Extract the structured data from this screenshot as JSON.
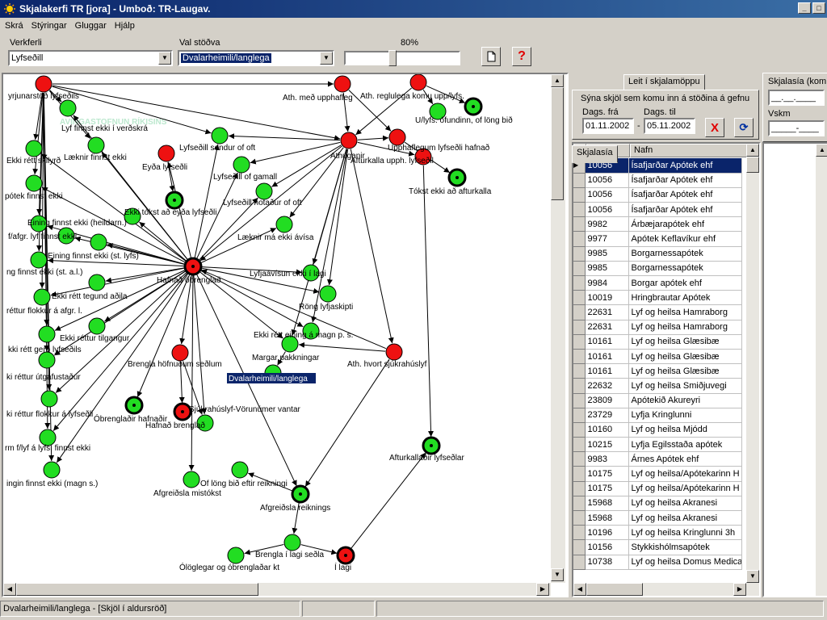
{
  "window": {
    "title": "Skjalakerfi TR [jora] - Umboð: TR-Laugav."
  },
  "menu": [
    "Skrá",
    "Stýringar",
    "Gluggar",
    "Hjálp"
  ],
  "toolbar": {
    "verkferli_label": "Verkferli",
    "verkferli_value": "Lyfseðill",
    "stod_label": "Val stöðva",
    "stod_value": "Dvalarheimili/langlega",
    "zoom_label": "80%",
    "zoom_value": 0.8
  },
  "panel": {
    "tabs": [
      "Skjalasía",
      "Leit í skjalamöppu"
    ],
    "description": "Sýna skjöl sem komu inn á stöðina á gefnu",
    "date_from_label": "Dags. frá",
    "date_to_label": "Dags. til",
    "date_from": "01.11.2002",
    "date_to": "05.11.2002",
    "date_sep": "-",
    "columns": [
      "Vskm",
      "Nafn"
    ],
    "rows": [
      [
        "10056",
        "Ísafjarðar Apótek ehf"
      ],
      [
        "10056",
        "Ísafjarðar Apótek ehf"
      ],
      [
        "10056",
        "Ísafjarðar Apótek ehf"
      ],
      [
        "10056",
        "Ísafjarðar Apótek ehf"
      ],
      [
        "9982",
        "Árbæjarapótek ehf"
      ],
      [
        "9977",
        "Apótek Keflavíkur ehf"
      ],
      [
        "9985",
        "Borgarnessapótek"
      ],
      [
        "9985",
        "Borgarnessapótek"
      ],
      [
        "9984",
        "Borgar apótek ehf"
      ],
      [
        "10019",
        "Hringbrautar Apótek"
      ],
      [
        "22631",
        "Lyf og heilsa Hamraborg"
      ],
      [
        "22631",
        "Lyf og heilsa Hamraborg"
      ],
      [
        "10161",
        "Lyf og heilsa Glæsibæ"
      ],
      [
        "10161",
        "Lyf og heilsa Glæsibæ"
      ],
      [
        "10161",
        "Lyf og heilsa Glæsibæ"
      ],
      [
        "22632",
        "Lyf og heilsa Smiðjuvegi"
      ],
      [
        "23809",
        "Apótekið Akureyri"
      ],
      [
        "23729",
        "Lyfja Kringlunni"
      ],
      [
        "10160",
        "Lyf og heilsa Mjódd"
      ],
      [
        "10215",
        "Lyfja Egilsstaða apótek"
      ],
      [
        "9983",
        "Árnes Apótek ehf"
      ],
      [
        "10175",
        "Lyf og heilsa/Apótekarinn H"
      ],
      [
        "10175",
        "Lyf og heilsa/Apótekarinn H"
      ],
      [
        "15968",
        "Lyf og heilsa Akranesi"
      ],
      [
        "15968",
        "Lyf og heilsa Akranesi"
      ],
      [
        "10196",
        "Lyf og heilsa Kringlunni 3h"
      ],
      [
        "10156",
        "Stykkishólmsapótek"
      ],
      [
        "10738",
        "Lyf og heilsa Domus Medica"
      ]
    ]
  },
  "panel2": {
    "tab": "Skjalasía (kom",
    "date_placeholder": "__.__.____",
    "vskm_label": "Vskm",
    "vskm_placeholder": "_____-____"
  },
  "graph": {
    "watermark": "AVINGASTOFNUN RÍKISINS",
    "selected_label": "Dvalarheimili/langlega",
    "labels": [
      "yrjunarstöð lyfseðils",
      "Lyf finnst ekki í verðskrá",
      "Læknir finnst ekki",
      "Ekki rétt skilyrð",
      "Lyfseðill sendur of oft",
      "Eyða lyfseðli",
      "Lyfseðill of gamall",
      "pótek finnst ekki",
      "Ekki tókst að eyða lyfseðli",
      "Lyfseðill notaður of oft",
      "Eining finnst ekki (heildarn.)",
      "f/afgr. lyf finnst ekki",
      "Læknir má ekki ávísa",
      "Eining finnst ekki (st. lyfs)",
      "ng finnst ekki (st. a.l.)",
      "Hafnað óbrenglað",
      "Lyfjaávísun ekki í lagi",
      "Ekki rétt tegund aðila",
      "Röng lyfjaskipti",
      "réttur flokkur á afgr. l.",
      "Ekki réttur tilgangur",
      "Ekki rétt eining á magn p. s.",
      "kki rétt gerð lyfseðils",
      "Margar pakkningar",
      "Ath. hvort sjúkrahúslyf",
      "Brengla höfnuðum seðlum",
      "ki réttur útgáfustaður",
      "ki réttur flokkur á lyfseðli",
      "Óbrenglaðir hafnaðir",
      "Sjúkrahúslyf-Vörunúmer vantar",
      "Hafnað brenglað",
      "rm f/lyf á lyfs. finnst ekki",
      "Afturkallaðir lyfseðlar",
      "ingin finnst ekki (magn s.)",
      "Of löng bið eftir reikningi",
      "Afgreiðsla mistókst",
      "Afgreiðsla reiknings",
      "Brengla í lagi seðla",
      "Ólöglegar og óbrenglaðar kt",
      "Í lagi",
      "Ath. með upphafleg",
      "Ath. reglulega komu upp/lyfs.",
      "U/lyfs. ófundinn, of löng bið",
      "Athuganir",
      "Upphaflegum lyfseðli hafnað",
      "Afturkalla upph. lyfseðil",
      "Tókst ekki að afturkalla"
    ]
  },
  "status": {
    "text": "Dvalarheimili/langlega - [Skjöl í aldursröð]"
  },
  "colors": {
    "node_green": "#22dd22",
    "node_red": "#ee1111",
    "selection": "#0a246a"
  }
}
